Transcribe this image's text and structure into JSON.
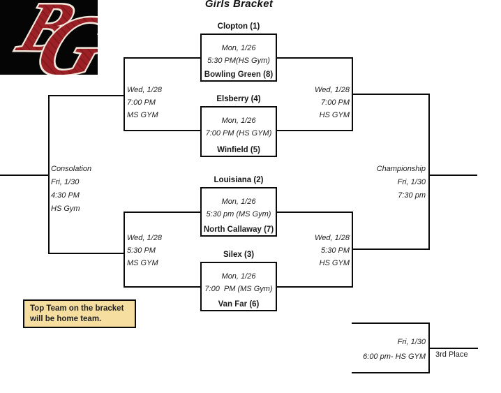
{
  "title": "Girls Bracket",
  "logo": {
    "letter_b": "B",
    "letter_g": "G",
    "bg_color": "#000000",
    "letter_color": "#9B2126",
    "outline_color": "#F3E7DC"
  },
  "note": {
    "line1": "Top Team on the bracket",
    "line2": "will be home team."
  },
  "quarterfinals": [
    {
      "top_team": "Clopton (1)",
      "date": "Mon, 1/26",
      "time": "5:30 PM(HS Gym)",
      "bottom_team": "Bowling Green (8)"
    },
    {
      "top_team": "Elsberry (4)",
      "date": "Mon, 1/26",
      "time": "7:00 PM (HS GYM)",
      "bottom_team": "Winfield (5)"
    },
    {
      "top_team": "Louisiana (2)",
      "date": "Mon, 1/26",
      "time": "5:30 pm (MS Gym)",
      "bottom_team": "North Callaway (7)"
    },
    {
      "top_team": "Silex (3)",
      "date": "Mon, 1/26",
      "time": "7:00  PM (MS Gym)",
      "bottom_team": "Van Far (6)"
    }
  ],
  "left_semis": [
    {
      "date": "Wed, 1/28",
      "time": "7:00 PM",
      "gym": "MS GYM"
    },
    {
      "date": "Wed, 1/28",
      "time": "5:30 PM",
      "gym": "MS GYM"
    }
  ],
  "right_semis": [
    {
      "date": "Wed, 1/28",
      "time": "7:00 PM",
      "gym": "HS GYM"
    },
    {
      "date": "Wed, 1/28",
      "time": "5:30 PM",
      "gym": "HS GYM"
    }
  ],
  "consolation": {
    "label": "Consolation",
    "date": "Fri, 1/30",
    "time": "4:30 PM",
    "gym": "HS Gym"
  },
  "championship": {
    "label": "Championship",
    "date": "Fri, 1/30",
    "time": "7:30 pm"
  },
  "third_place": {
    "date": "Fri, 1/30",
    "time": "6:00 pm- HS GYM",
    "label": "3rd Place"
  },
  "colors": {
    "line": "#0a0a0a",
    "note_bg": "#F5DEA0",
    "background": "#ffffff"
  }
}
